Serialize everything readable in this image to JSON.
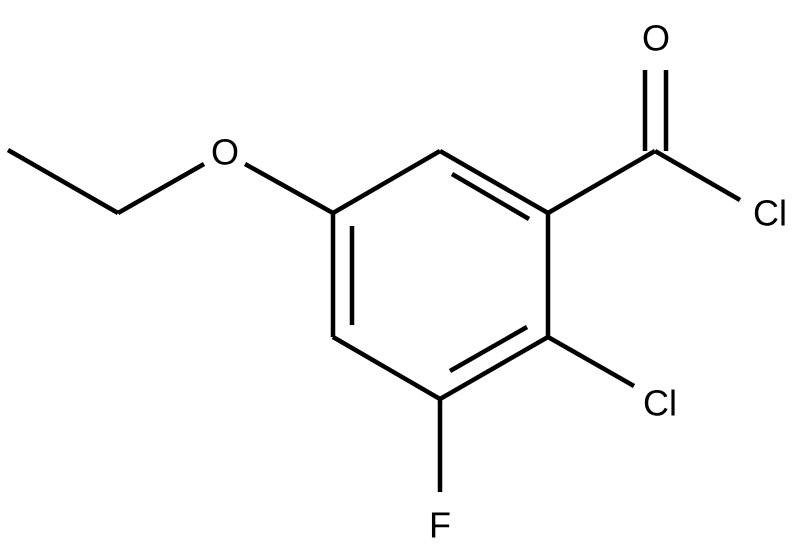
{
  "molecule": {
    "atoms": {
      "carbonyl_oxygen": "O",
      "acyl_chlorine": "Cl",
      "ring_chlorine": "Cl",
      "fluorine": "F",
      "ether_oxygen": "O"
    }
  },
  "colors": {
    "background": "#ffffff",
    "ink": "#000000"
  }
}
